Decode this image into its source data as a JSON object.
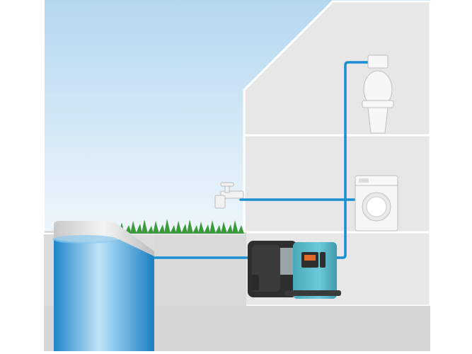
{
  "diagram": {
    "kind": "domestic water supply from rainwater tank via booster pump",
    "components": [
      {
        "name": "rainwater-tank"
      },
      {
        "name": "garden-pump"
      },
      {
        "name": "outdoor-tap"
      },
      {
        "name": "washing-machine"
      },
      {
        "name": "toilet"
      }
    ]
  },
  "colors": {
    "sky_top": "#bcdcf2",
    "sky_bottom": "#eef6fb",
    "house_wall": "#e6e6e6",
    "house_edge": "#ffffff",
    "ground": "#d9d9d9",
    "pipe": "#1a8fd1",
    "water": "#3aa3e0",
    "pump_body": "#5ab9c8",
    "pump_dark": "#2e2e2e",
    "grass": "#3c9a3a"
  }
}
